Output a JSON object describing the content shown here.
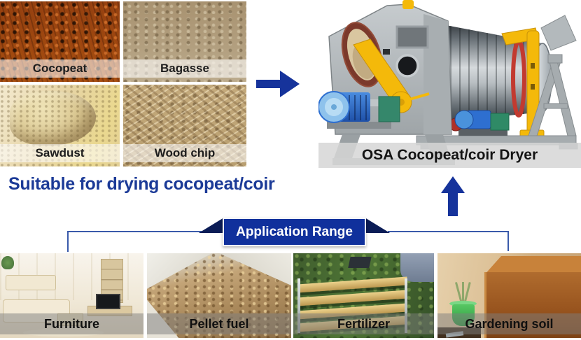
{
  "headline": {
    "text": "Suitable for drying cocopeat/coir",
    "color": "#1b3a97"
  },
  "materials": [
    {
      "label": "Cocopeat"
    },
    {
      "label": "Bagasse"
    },
    {
      "label": "Sawdust"
    },
    {
      "label": "Wood chip"
    }
  ],
  "dryer": {
    "label": "OSA Cocopeat/coir Dryer"
  },
  "ribbon": {
    "label": "Application Range",
    "fill": "#10309c",
    "fold": "#0b1c56",
    "text_color": "#ffffff"
  },
  "applications": [
    {
      "label": "Furniture"
    },
    {
      "label": "Pellet fuel"
    },
    {
      "label": "Fertilizer"
    },
    {
      "label": "Gardening soil"
    }
  ],
  "icons": {
    "right_arrow": "→",
    "up_arrow": "↑"
  },
  "colors": {
    "arrow_blue": "#16339b",
    "connector_blue": "#3a5aaa",
    "light_label_band": "rgba(255,255,255,0.58)",
    "dark_label_band": "rgba(125,125,125,0.5)",
    "dryer_label_band": "rgba(214,214,214,0.85)",
    "machine_yellow": "#f4b90a",
    "machine_gray": "#a6acaf",
    "motor_blue": "#2e6fd0"
  }
}
